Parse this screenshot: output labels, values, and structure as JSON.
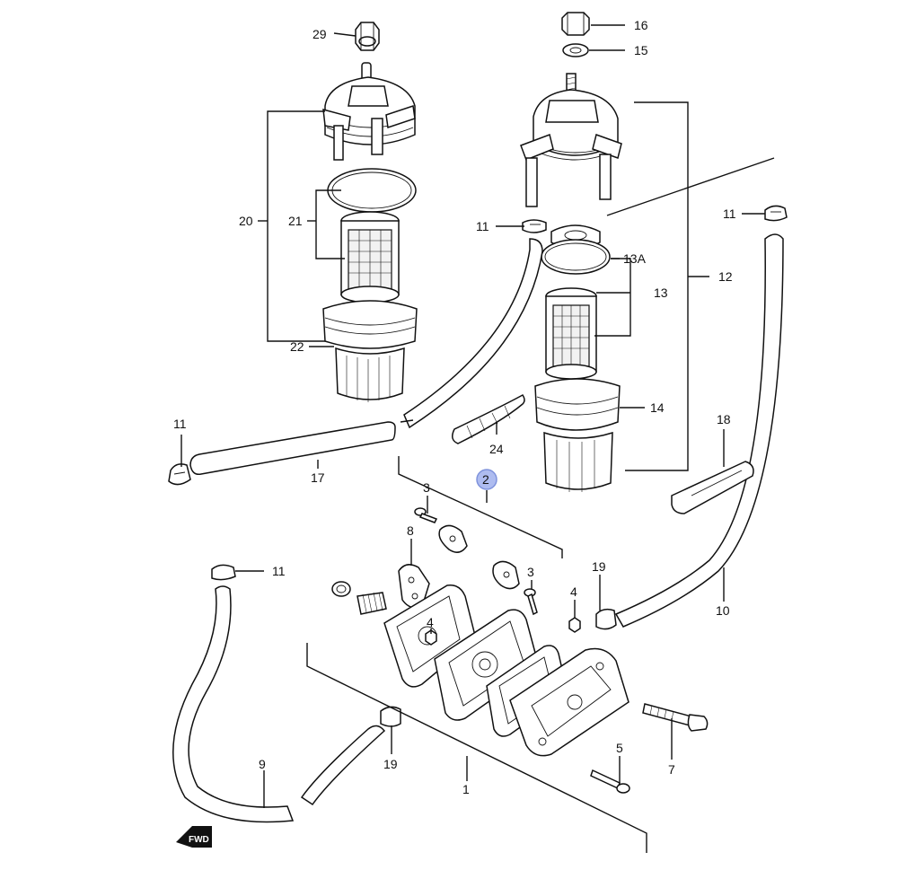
{
  "diagram": {
    "highlighted_callout": "2",
    "callouts": {
      "c29": "29",
      "c16": "16",
      "c15": "15",
      "c20": "20",
      "c21": "21",
      "c22": "22",
      "c11a": "11",
      "c11b": "11",
      "c11c": "11",
      "c11d": "11",
      "c13a": "13A",
      "c13": "13",
      "c12": "12",
      "c14": "14",
      "c24": "24",
      "c17": "17",
      "c18": "18",
      "c2": "2",
      "c3a": "3",
      "c3b": "3",
      "c8": "8",
      "c4a": "4",
      "c4b": "4",
      "c19a": "19",
      "c19b": "19",
      "c10": "10",
      "c9": "9",
      "c1": "1",
      "c5": "5",
      "c7": "7"
    },
    "fwd_badge": "FWD",
    "colors": {
      "line": "#111111",
      "highlight": "#aebcf0"
    }
  }
}
